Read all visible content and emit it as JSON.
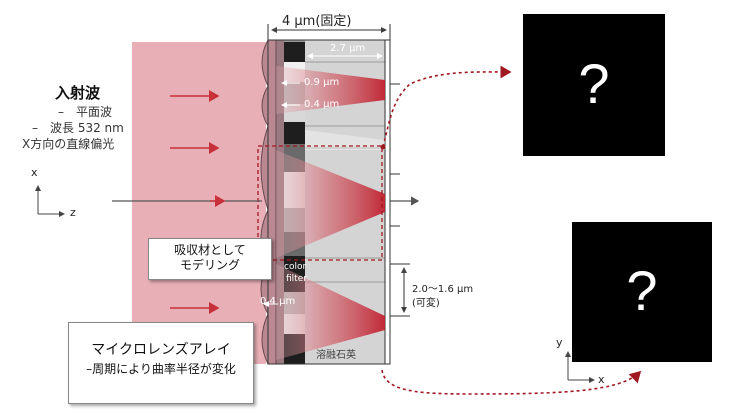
{
  "top_dimension": "4 μm(固定)",
  "incident": {
    "title": "入射波",
    "lines": [
      "–　平面波",
      "–　波長 532 nm",
      "X方向の直線偏光"
    ]
  },
  "labels": {
    "period_width": "2.7 μm",
    "gap_09": "0.9 μm",
    "gap_04_top": "0.4 μm",
    "gap_04_bottom": "0.4 μm",
    "color_filter_1": "color",
    "color_filter_2": "filter",
    "pitch_1": "2.0～1.6 μm",
    "pitch_2": "(可変)",
    "substrate": "溶融石英"
  },
  "callouts": {
    "absorber": [
      "吸収材として",
      "モデリング"
    ],
    "microlens": {
      "title": "マイクロレンズアレイ",
      "subtitle": "–周期により曲率半径が変化"
    }
  },
  "axes_left": {
    "x": "x",
    "z": "z"
  },
  "axes_right": {
    "y": "y",
    "x": "x"
  },
  "outputs": [
    "?",
    "?"
  ],
  "colors": {
    "incident_fill": "#e8b0b6",
    "arrow_red": "#c8303a",
    "dotted_red": "#a01822"
  }
}
